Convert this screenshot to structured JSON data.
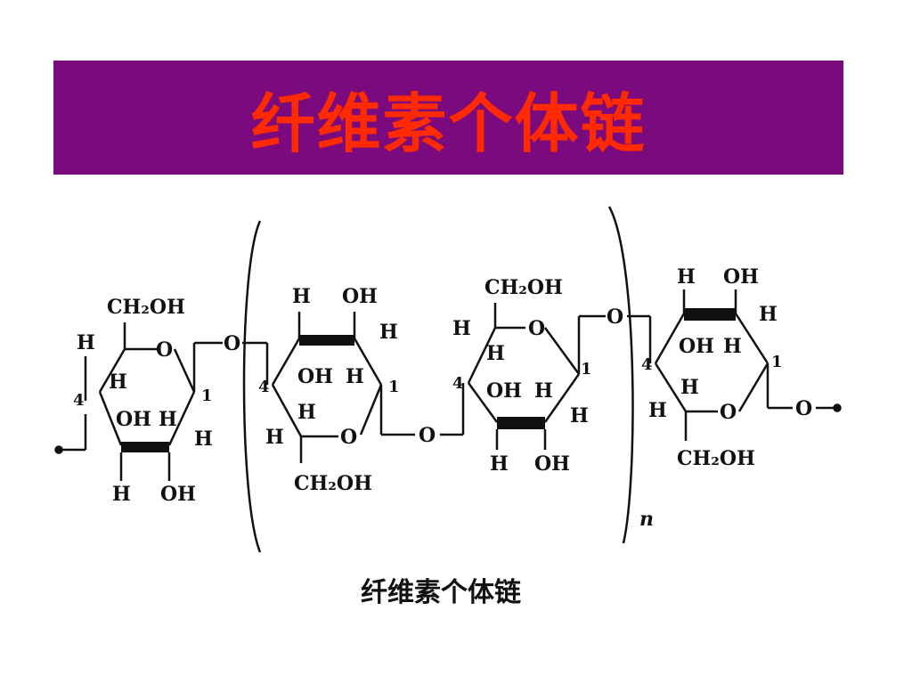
{
  "title": "纤维素个体链",
  "caption": "纤维素个体链",
  "colors": {
    "banner": "#7a0a7e",
    "title_text": "#ff2a00"
  },
  "structure": {
    "repeat_subscript": "n",
    "bridge_oxygen": "O",
    "ring_oxygen": "O",
    "rings": [
      {
        "top_group": "CH₂OH",
        "ring_labels": [
          "H",
          "O",
          "H",
          "1",
          "4",
          "OH",
          "H",
          "H"
        ],
        "bottom_labels": [
          "H",
          "OH"
        ]
      },
      {
        "top_labels": [
          "H",
          "OH"
        ],
        "ring_labels": [
          "H",
          "4",
          "OH",
          "H",
          "1",
          "H",
          "H",
          "O"
        ],
        "bottom_group": "CH₂OH"
      },
      {
        "top_group": "CH₂OH",
        "ring_labels": [
          "H",
          "O",
          "H",
          "4",
          "OH",
          "H",
          "1",
          "H"
        ],
        "bottom_labels": [
          "H",
          "OH"
        ]
      },
      {
        "top_labels": [
          "H",
          "OH"
        ],
        "ring_labels": [
          "H",
          "4",
          "OH",
          "H",
          "1",
          "H",
          "H",
          "O"
        ],
        "bottom_group": "CH₂OH"
      }
    ]
  }
}
